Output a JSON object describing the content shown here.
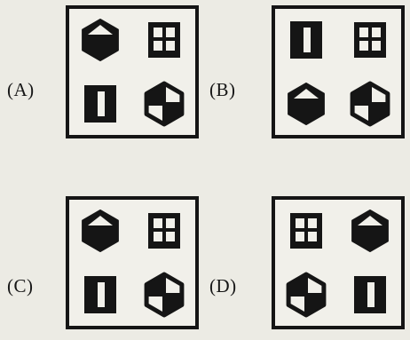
{
  "options": [
    {
      "label": "(A)",
      "cells": [
        "hex-top-light",
        "grid-window",
        "bar-rect",
        "hex-quad"
      ]
    },
    {
      "label": "(B)",
      "cells": [
        "bar-rect",
        "grid-window",
        "hex-top-light",
        "hex-quad"
      ]
    },
    {
      "label": "(C)",
      "cells": [
        "hex-top-light",
        "grid-window",
        "bar-rect",
        "hex-quad"
      ]
    },
    {
      "label": "(D)",
      "cells": [
        "grid-window",
        "hex-top-light",
        "hex-quad",
        "bar-rect"
      ]
    }
  ],
  "colors": {
    "ink": "#151515",
    "paper": "#f1f0ea",
    "background": "#ecebe4"
  }
}
